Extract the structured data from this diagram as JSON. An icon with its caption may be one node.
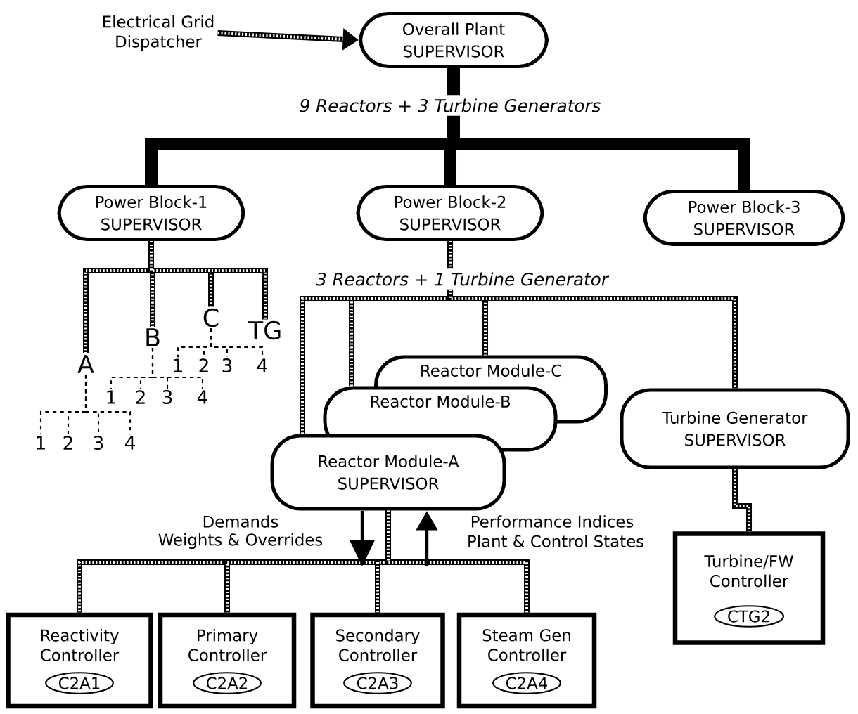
{
  "diagram": {
    "nodes": [
      {
        "text": [
          "Electrical Grid Dispatcher"
        ]
      },
      {
        "text": [
          "Overall Plant",
          "SUPERVISOR"
        ]
      },
      {
        "text": [
          "Power Block-1",
          "SUPERVISOR"
        ]
      },
      {
        "text": [
          "Power Block-2",
          "SUPERVISOR"
        ]
      },
      {
        "text": [
          "Power Block-3",
          "SUPERVISOR"
        ]
      },
      {
        "text": [
          "A"
        ]
      },
      {
        "text": [
          "B"
        ]
      },
      {
        "text": [
          "C"
        ]
      },
      {
        "text": [
          "TG"
        ]
      },
      {
        "text": [
          "1"
        ]
      },
      {
        "text": [
          "2"
        ]
      },
      {
        "text": [
          "3"
        ]
      },
      {
        "text": [
          "4"
        ]
      },
      {
        "text": [
          "1"
        ]
      },
      {
        "text": [
          "2"
        ]
      },
      {
        "text": [
          "3"
        ]
      },
      {
        "text": [
          "4"
        ]
      },
      {
        "text": [
          "1"
        ]
      },
      {
        "text": [
          "2"
        ]
      },
      {
        "text": [
          "3"
        ]
      },
      {
        "text": [
          "4"
        ]
      },
      {
        "text": [
          "Reactor Module-C"
        ]
      },
      {
        "text": [
          "Reactor Module-B"
        ]
      },
      {
        "text": [
          "Reactor Module-A",
          "SUPERVISOR"
        ]
      },
      {
        "text": [
          "Turbine Generator",
          "SUPERVISOR"
        ]
      },
      {
        "text": [
          "Reactivity Controller"
        ]
      },
      {
        "text": [
          "C2A1"
        ],
        "in": 25
      },
      {
        "text": [
          "Primary Controller"
        ]
      },
      {
        "text": [
          "C2A2"
        ],
        "in": 27
      },
      {
        "text": [
          "Secondary Controller"
        ]
      },
      {
        "text": [
          "C2A3"
        ],
        "in": 29
      },
      {
        "text": [
          "Steam Gen Controller"
        ]
      },
      {
        "text": [
          "C2A4"
        ],
        "in": 31
      },
      {
        "text": [
          "Turbine/FW Controller"
        ]
      },
      {
        "text": [
          "CTG2"
        ],
        "in": 33
      }
    ],
    "edges": [
      {
        "from": 0,
        "to": 1,
        "arrow": "to"
      },
      {
        "from": 1,
        "to": 2,
        "arrow": "none",
        "style": "thick"
      },
      {
        "from": 1,
        "to": 3,
        "arrow": "none",
        "style": "thick",
        "label": "9 Reactors + 3 Turbine Generators"
      },
      {
        "from": 1,
        "to": 4,
        "arrow": "none",
        "style": "thick"
      },
      {
        "from": 2,
        "to": 5,
        "arrow": "none"
      },
      {
        "from": 2,
        "to": 6,
        "arrow": "none"
      },
      {
        "from": 2,
        "to": 7,
        "arrow": "none"
      },
      {
        "from": 2,
        "to": 8,
        "arrow": "none"
      },
      {
        "from": 5,
        "to": 9,
        "arrow": "none",
        "style": "dashed"
      },
      {
        "from": 5,
        "to": 10,
        "arrow": "none",
        "style": "dashed"
      },
      {
        "from": 5,
        "to": 11,
        "arrow": "none",
        "style": "dashed"
      },
      {
        "from": 5,
        "to": 12,
        "arrow": "none",
        "style": "dashed"
      },
      {
        "from": 6,
        "to": 13,
        "arrow": "none",
        "style": "dashed"
      },
      {
        "from": 6,
        "to": 14,
        "arrow": "none",
        "style": "dashed"
      },
      {
        "from": 6,
        "to": 15,
        "arrow": "none",
        "style": "dashed"
      },
      {
        "from": 6,
        "to": 16,
        "arrow": "none",
        "style": "dashed"
      },
      {
        "from": 7,
        "to": 17,
        "arrow": "none",
        "style": "dashed"
      },
      {
        "from": 7,
        "to": 18,
        "arrow": "none",
        "style": "dashed"
      },
      {
        "from": 7,
        "to": 19,
        "arrow": "none",
        "style": "dashed"
      },
      {
        "from": 7,
        "to": 20,
        "arrow": "none",
        "style": "dashed"
      },
      {
        "from": 3,
        "to": 21,
        "arrow": "none",
        "label": "3 Reactors + 1 Turbine Generator"
      },
      {
        "from": 3,
        "to": 22,
        "arrow": "none"
      },
      {
        "from": 3,
        "to": 23,
        "arrow": "none"
      },
      {
        "from": 3,
        "to": 24,
        "arrow": "none"
      },
      {
        "from": 23,
        "to": 25,
        "arrow": "none"
      },
      {
        "from": 23,
        "to": 27,
        "arrow": "none"
      },
      {
        "from": 23,
        "to": 29,
        "arrow": "none"
      },
      {
        "from": 23,
        "to": 31,
        "arrow": "none"
      },
      {
        "from": 24,
        "to": 33,
        "arrow": "none"
      }
    ],
    "labels": [
      "Demands",
      "Weights & Overrides",
      "Performance Indices",
      "Plant & Control States"
    ]
  }
}
